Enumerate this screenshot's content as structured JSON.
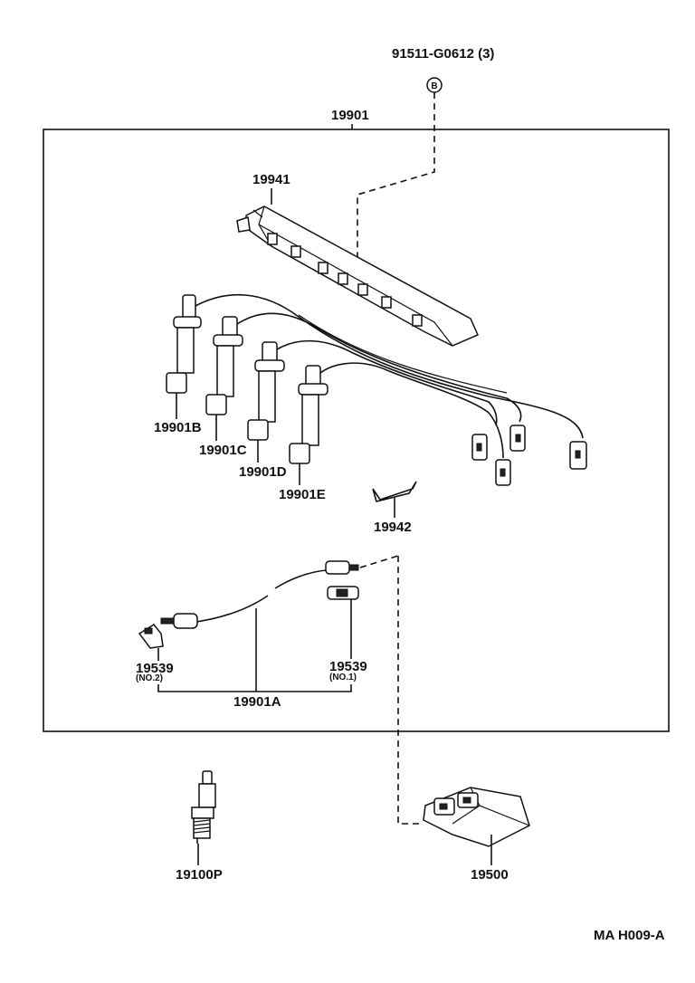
{
  "labels": {
    "bolt": "91511-G0612 (3)",
    "bolt_marker": "B",
    "kit": "19901",
    "cover": "19941",
    "cord_b": "19901B",
    "cord_c": "19901C",
    "cord_d": "19901D",
    "cord_e": "19901E",
    "clamp": "19942",
    "sensor_2": "19539",
    "sensor_2_note": "(NO.2)",
    "sensor_1": "19539",
    "sensor_1_note": "(NO.1)",
    "cord_a": "19901A",
    "spark_plug": "19100P",
    "igniter": "19500",
    "figure_code": "MA  H009-A"
  }
}
